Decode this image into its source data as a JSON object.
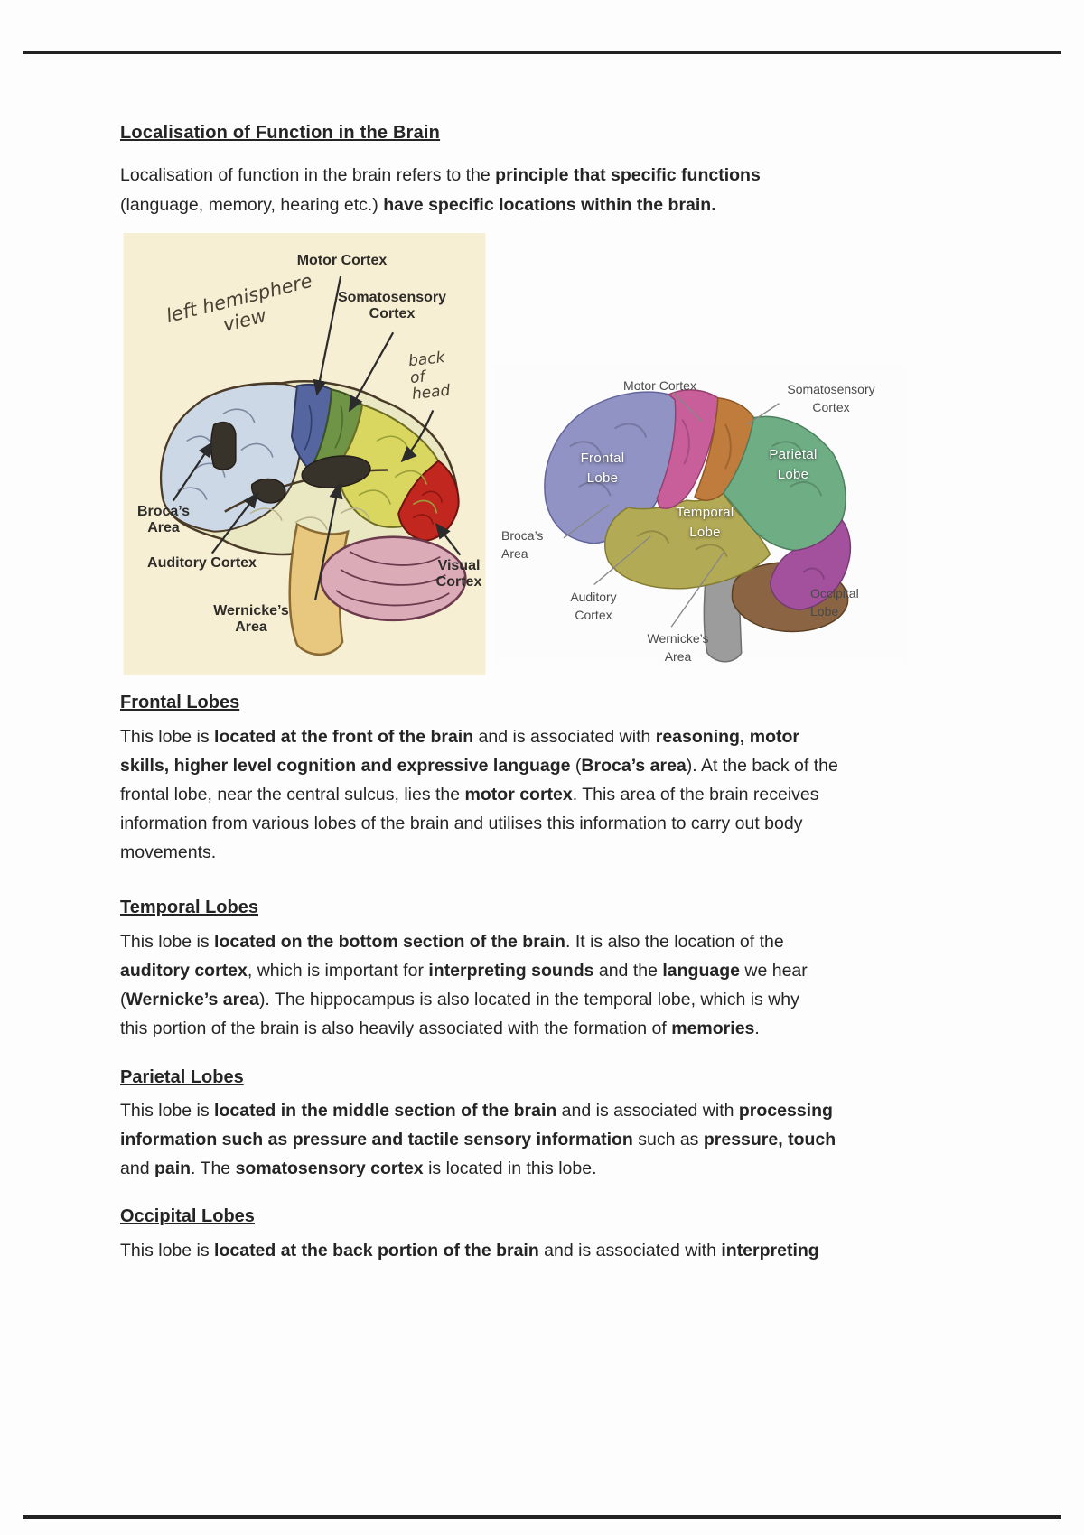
{
  "page": {
    "background": "#fdfdfd",
    "rule_color": "#222222",
    "text_color": "#242424"
  },
  "document": {
    "title": "Localisation of Function in the Brain",
    "intro": {
      "lines": [
        [
          {
            "t": "Localisation of function in the brain refers to the ",
            "b": false
          },
          {
            "t": "principle that specific functions",
            "b": true
          }
        ],
        [
          {
            "t": "(language, memory, hearing etc.) ",
            "b": false
          },
          {
            "t": "have specific locations within the brain.",
            "b": true
          }
        ]
      ]
    },
    "sections": [
      {
        "heading": "Frontal Lobes",
        "lines": [
          [
            {
              "t": "This lobe is ",
              "b": false
            },
            {
              "t": "located at the front of the brain",
              "b": true
            },
            {
              "t": " and is associated with ",
              "b": false
            },
            {
              "t": "reasoning, motor",
              "b": true
            }
          ],
          [
            {
              "t": "skills, higher level cognition and expressive language",
              "b": true
            },
            {
              "t": " (",
              "b": false
            },
            {
              "t": "Broca’s area",
              "b": true
            },
            {
              "t": "). At the back of the",
              "b": false
            }
          ],
          [
            {
              "t": "frontal lobe, near the central sulcus, lies the ",
              "b": false
            },
            {
              "t": "motor cortex",
              "b": true
            },
            {
              "t": ". This area of the brain receives",
              "b": false
            }
          ],
          [
            {
              "t": "information from various lobes of the brain and utilises this information to carry out body",
              "b": false
            }
          ],
          [
            {
              "t": "movements.",
              "b": false
            }
          ]
        ]
      },
      {
        "heading": "Temporal Lobes",
        "lines": [
          [
            {
              "t": "This lobe is ",
              "b": false
            },
            {
              "t": "located on the bottom section of the brain",
              "b": true
            },
            {
              "t": ". It is also the location of the",
              "b": false
            }
          ],
          [
            {
              "t": "auditory cortex",
              "b": true
            },
            {
              "t": ", which is important for ",
              "b": false
            },
            {
              "t": "interpreting sounds",
              "b": true
            },
            {
              "t": " and the ",
              "b": false
            },
            {
              "t": "language",
              "b": true
            },
            {
              "t": " we hear",
              "b": false
            }
          ],
          [
            {
              "t": "(",
              "b": false
            },
            {
              "t": "Wernicke’s area",
              "b": true
            },
            {
              "t": "). The hippocampus is also located in the temporal lobe, which is why",
              "b": false
            }
          ],
          [
            {
              "t": "this portion of the brain is also heavily associated with the formation of ",
              "b": false
            },
            {
              "t": "memories",
              "b": true
            },
            {
              "t": ".",
              "b": false
            }
          ]
        ]
      },
      {
        "heading": "Parietal Lobes",
        "lines": [
          [
            {
              "t": "This lobe is ",
              "b": false
            },
            {
              "t": "located in the middle section of the brain",
              "b": true
            },
            {
              "t": " and is associated with ",
              "b": false
            },
            {
              "t": "processing",
              "b": true
            }
          ],
          [
            {
              "t": "information such as pressure and tactile sensory information",
              "b": true
            },
            {
              "t": " such as ",
              "b": false
            },
            {
              "t": "pressure, touch",
              "b": true
            }
          ],
          [
            {
              "t": "and ",
              "b": false
            },
            {
              "t": "pain",
              "b": true
            },
            {
              "t": ". The ",
              "b": false
            },
            {
              "t": "somatosensory cortex",
              "b": true
            },
            {
              "t": " is located in this lobe.",
              "b": false
            }
          ]
        ]
      },
      {
        "heading": "Occipital Lobes",
        "lines": [
          [
            {
              "t": "This lobe is ",
              "b": false
            },
            {
              "t": "located at the back portion of the brain",
              "b": true
            },
            {
              "t": " and is associated with ",
              "b": false
            },
            {
              "t": "interpreting",
              "b": true
            }
          ]
        ]
      }
    ]
  },
  "figures": {
    "left": {
      "background": "#f7efd4",
      "note_line1": "left hemisphere",
      "note_line2": "view",
      "back_note_line1": "back",
      "back_note_line2": "of",
      "back_note_line3": "head",
      "labels": {
        "motor": "Motor Cortex",
        "somatosensory_line1": "Somatosensory",
        "somatosensory_line2": "Cortex",
        "brocas_line1": "Broca’s",
        "brocas_line2": "Area",
        "auditory": "Auditory Cortex",
        "wernickes_line1": "Wernicke’s",
        "wernickes_line2": "Area",
        "visual_line1": "Visual",
        "visual_line2": "Cortex"
      },
      "colors": {
        "frontal": "#cdd8e6",
        "motor": "#54659f",
        "somatosensory": "#6f9445",
        "parietal": "#d9d75f",
        "occipital": "#c1271e",
        "temporal": "#eae7c3",
        "cerebellum": "#dbabb7",
        "brainstem": "#e8c87e",
        "marking": "#37322a"
      }
    },
    "right": {
      "background": "#fcfcfc",
      "labels": {
        "motor": "Motor Cortex",
        "somatosensory_line1": "Somatosensory",
        "somatosensory_line2": "Cortex",
        "frontal_line1": "Frontal",
        "frontal_line2": "Lobe",
        "parietal_line1": "Parietal",
        "parietal_line2": "Lobe",
        "temporal_line1": "Temporal",
        "temporal_line2": "Lobe",
        "occipital_line1": "Occipital",
        "occipital_line2": "Lobe",
        "brocas_line1": "Broca’s",
        "brocas_line2": "Area",
        "auditory_line1": "Auditory",
        "auditory_line2": "Cortex",
        "wernickes_line1": "Wernicke’s",
        "wernickes_line2": "Area"
      },
      "colors": {
        "frontal": "#9093c3",
        "motor": "#c95f9a",
        "somatosensory": "#c07c3d",
        "parietal": "#6fae85",
        "occipital": "#a3509d",
        "temporal": "#b3aa56",
        "cerebellum": "#8a6443",
        "brainstem": "#9c9c9c"
      }
    }
  }
}
